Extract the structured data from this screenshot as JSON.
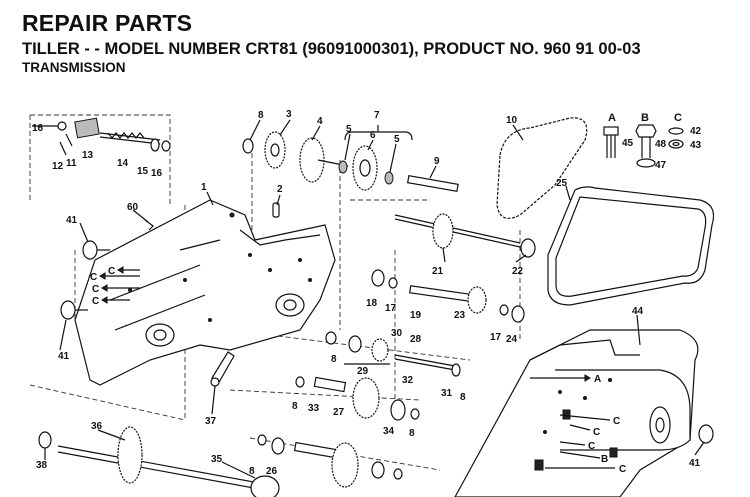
{
  "header": {
    "title": "REPAIR PARTS",
    "subtitle": "TILLER - - MODEL NUMBER CRT81 (96091000301), PRODUCT NO. 960 91 00-03",
    "section": "TRANSMISSION"
  },
  "callouts": {
    "n1": "1",
    "n2": "2",
    "n3": "3",
    "n4": "4",
    "n5a": "5",
    "n5b": "5",
    "n6": "6",
    "n7": "7",
    "n8a": "8",
    "n8b": "8",
    "n8c": "8",
    "n8d": "8",
    "n8e": "8",
    "n8f": "8",
    "n9": "9",
    "n10": "10",
    "n11": "11",
    "n12": "12",
    "n13": "13",
    "n14": "14",
    "n15": "15",
    "n16a": "16",
    "n16b": "16",
    "n17a": "17",
    "n17b": "17",
    "n18": "18",
    "n19": "19",
    "n21": "21",
    "n22": "22",
    "n23": "23",
    "n24": "24",
    "n25": "25",
    "n26": "26",
    "n27": "27",
    "n28": "28",
    "n29": "29",
    "n30": "30",
    "n31": "31",
    "n32": "32",
    "n33": "33",
    "n34": "34",
    "n35": "35",
    "n36": "36",
    "n37": "37",
    "n38": "38",
    "n41a": "41",
    "n41b": "41",
    "n41c": "41",
    "n42": "42",
    "n43": "43",
    "n44": "44",
    "n45": "45",
    "n47": "47",
    "n48": "48",
    "n60": "60"
  },
  "letters": {
    "A": "A",
    "B": "B",
    "C": "C",
    "c1": "C",
    "c2": "C",
    "c3": "C",
    "c4": "C",
    "c5": "C",
    "c6": "C",
    "c7": "C",
    "c8": "C",
    "a2": "A",
    "b2": "B"
  }
}
